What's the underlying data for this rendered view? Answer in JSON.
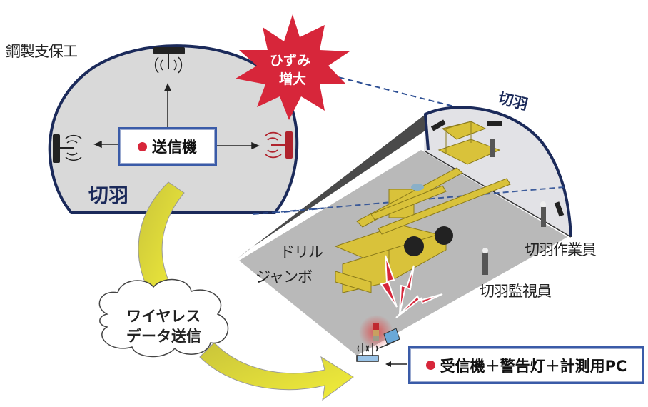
{
  "labels": {
    "steel_support": "鋼製支保工",
    "strain_increase_line1": "ひずみ",
    "strain_increase_line2": "増大",
    "transmitter": "送信機",
    "face_left": "切羽",
    "face_3d": "切羽",
    "drill_jumbo_line1": "ドリル",
    "drill_jumbo_line2": "ジャンボ",
    "face_worker": "切羽作業員",
    "face_monitor": "切羽監視員",
    "wireless_line1": "ワイヤレス",
    "wireless_line2": "データ送信",
    "receiver": "受信機＋警告灯＋計測用PC"
  },
  "colors": {
    "tunnel_outline": "#1b2a5a",
    "box_border": "#3a5ba8",
    "alert_red": "#d7263a",
    "arrow_yellow": "#e4e24a",
    "machine_yellow": "#d9c23a"
  }
}
